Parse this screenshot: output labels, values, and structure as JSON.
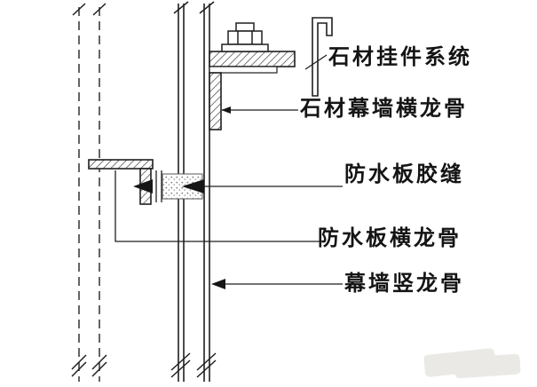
{
  "diagram": {
    "labels": [
      {
        "text": "石材挂件系统"
      },
      {
        "text": "石材幕墙横龙骨"
      },
      {
        "text": "防水板胶缝"
      },
      {
        "text": "防水板横龙骨"
      },
      {
        "text": "幕墙竖龙骨"
      }
    ]
  },
  "colors": {
    "line": "#1f1f1f",
    "text": "#141414",
    "background": "#ffffff",
    "sealant_dots": "#7a7a7a",
    "watermark": "#ebe9e6"
  }
}
